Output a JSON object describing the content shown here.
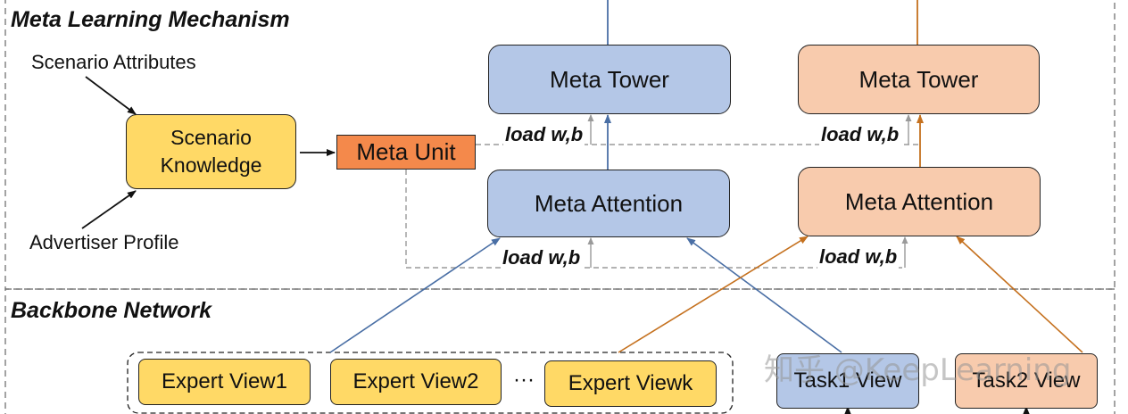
{
  "sections": {
    "meta": "Meta Learning Mechanism",
    "backbone": "Backbone Network"
  },
  "inputs": {
    "scenario_attributes": "Scenario Attributes",
    "advertiser_profile": "Advertiser Profile"
  },
  "nodes": {
    "scenario_knowledge": [
      "Scenario",
      "Knowledge"
    ],
    "meta_unit": "Meta Unit",
    "meta_tower_left": "Meta Tower",
    "meta_tower_right": "Meta Tower",
    "meta_attention_left": "Meta Attention",
    "meta_attention_right": "Meta Attention",
    "expert_view_1": "Expert View1",
    "expert_view_2": "Expert View2",
    "ellipsis": "···",
    "expert_view_k": "Expert Viewk",
    "task1_view": "Task1 View",
    "task2_view": "Task2 View"
  },
  "edge_labels": {
    "tower_left": "load w,b",
    "tower_right": "load w,b",
    "attention_left": "load w,b",
    "attention_right": "load w,b"
  },
  "watermark": "知乎 @KeepLearning",
  "colors": {
    "blue_fill": "#b4c7e7",
    "peach_fill": "#f8cbad",
    "yellow_fill": "#ffd966",
    "orange_fill": "#f4894b",
    "blue_line": "#4a6fa5",
    "orange_line": "#c5711f",
    "gray_dash": "#9a9a9a"
  }
}
